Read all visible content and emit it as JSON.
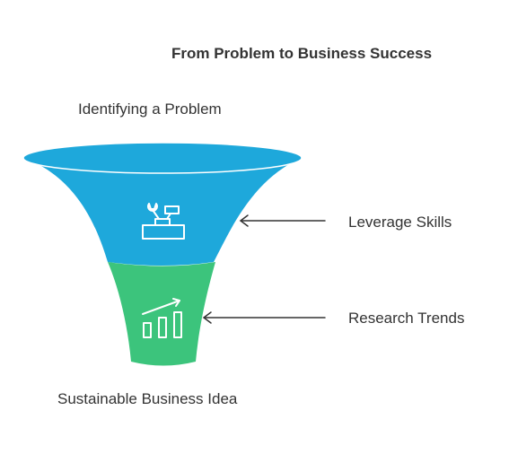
{
  "title": "From Problem to Business Success",
  "stages": {
    "top": "Identifying a Problem",
    "bottom": "Sustainable Business Idea"
  },
  "annotations": [
    {
      "label": "Leverage Skills",
      "icon": "tools-icon"
    },
    {
      "label": "Research Trends",
      "icon": "trend-chart-icon"
    }
  ],
  "colors": {
    "upper_section": "#1ea8db",
    "lower_section": "#3cc47c",
    "icon_stroke": "#ffffff",
    "text": "#333333",
    "arrow": "#333333"
  }
}
